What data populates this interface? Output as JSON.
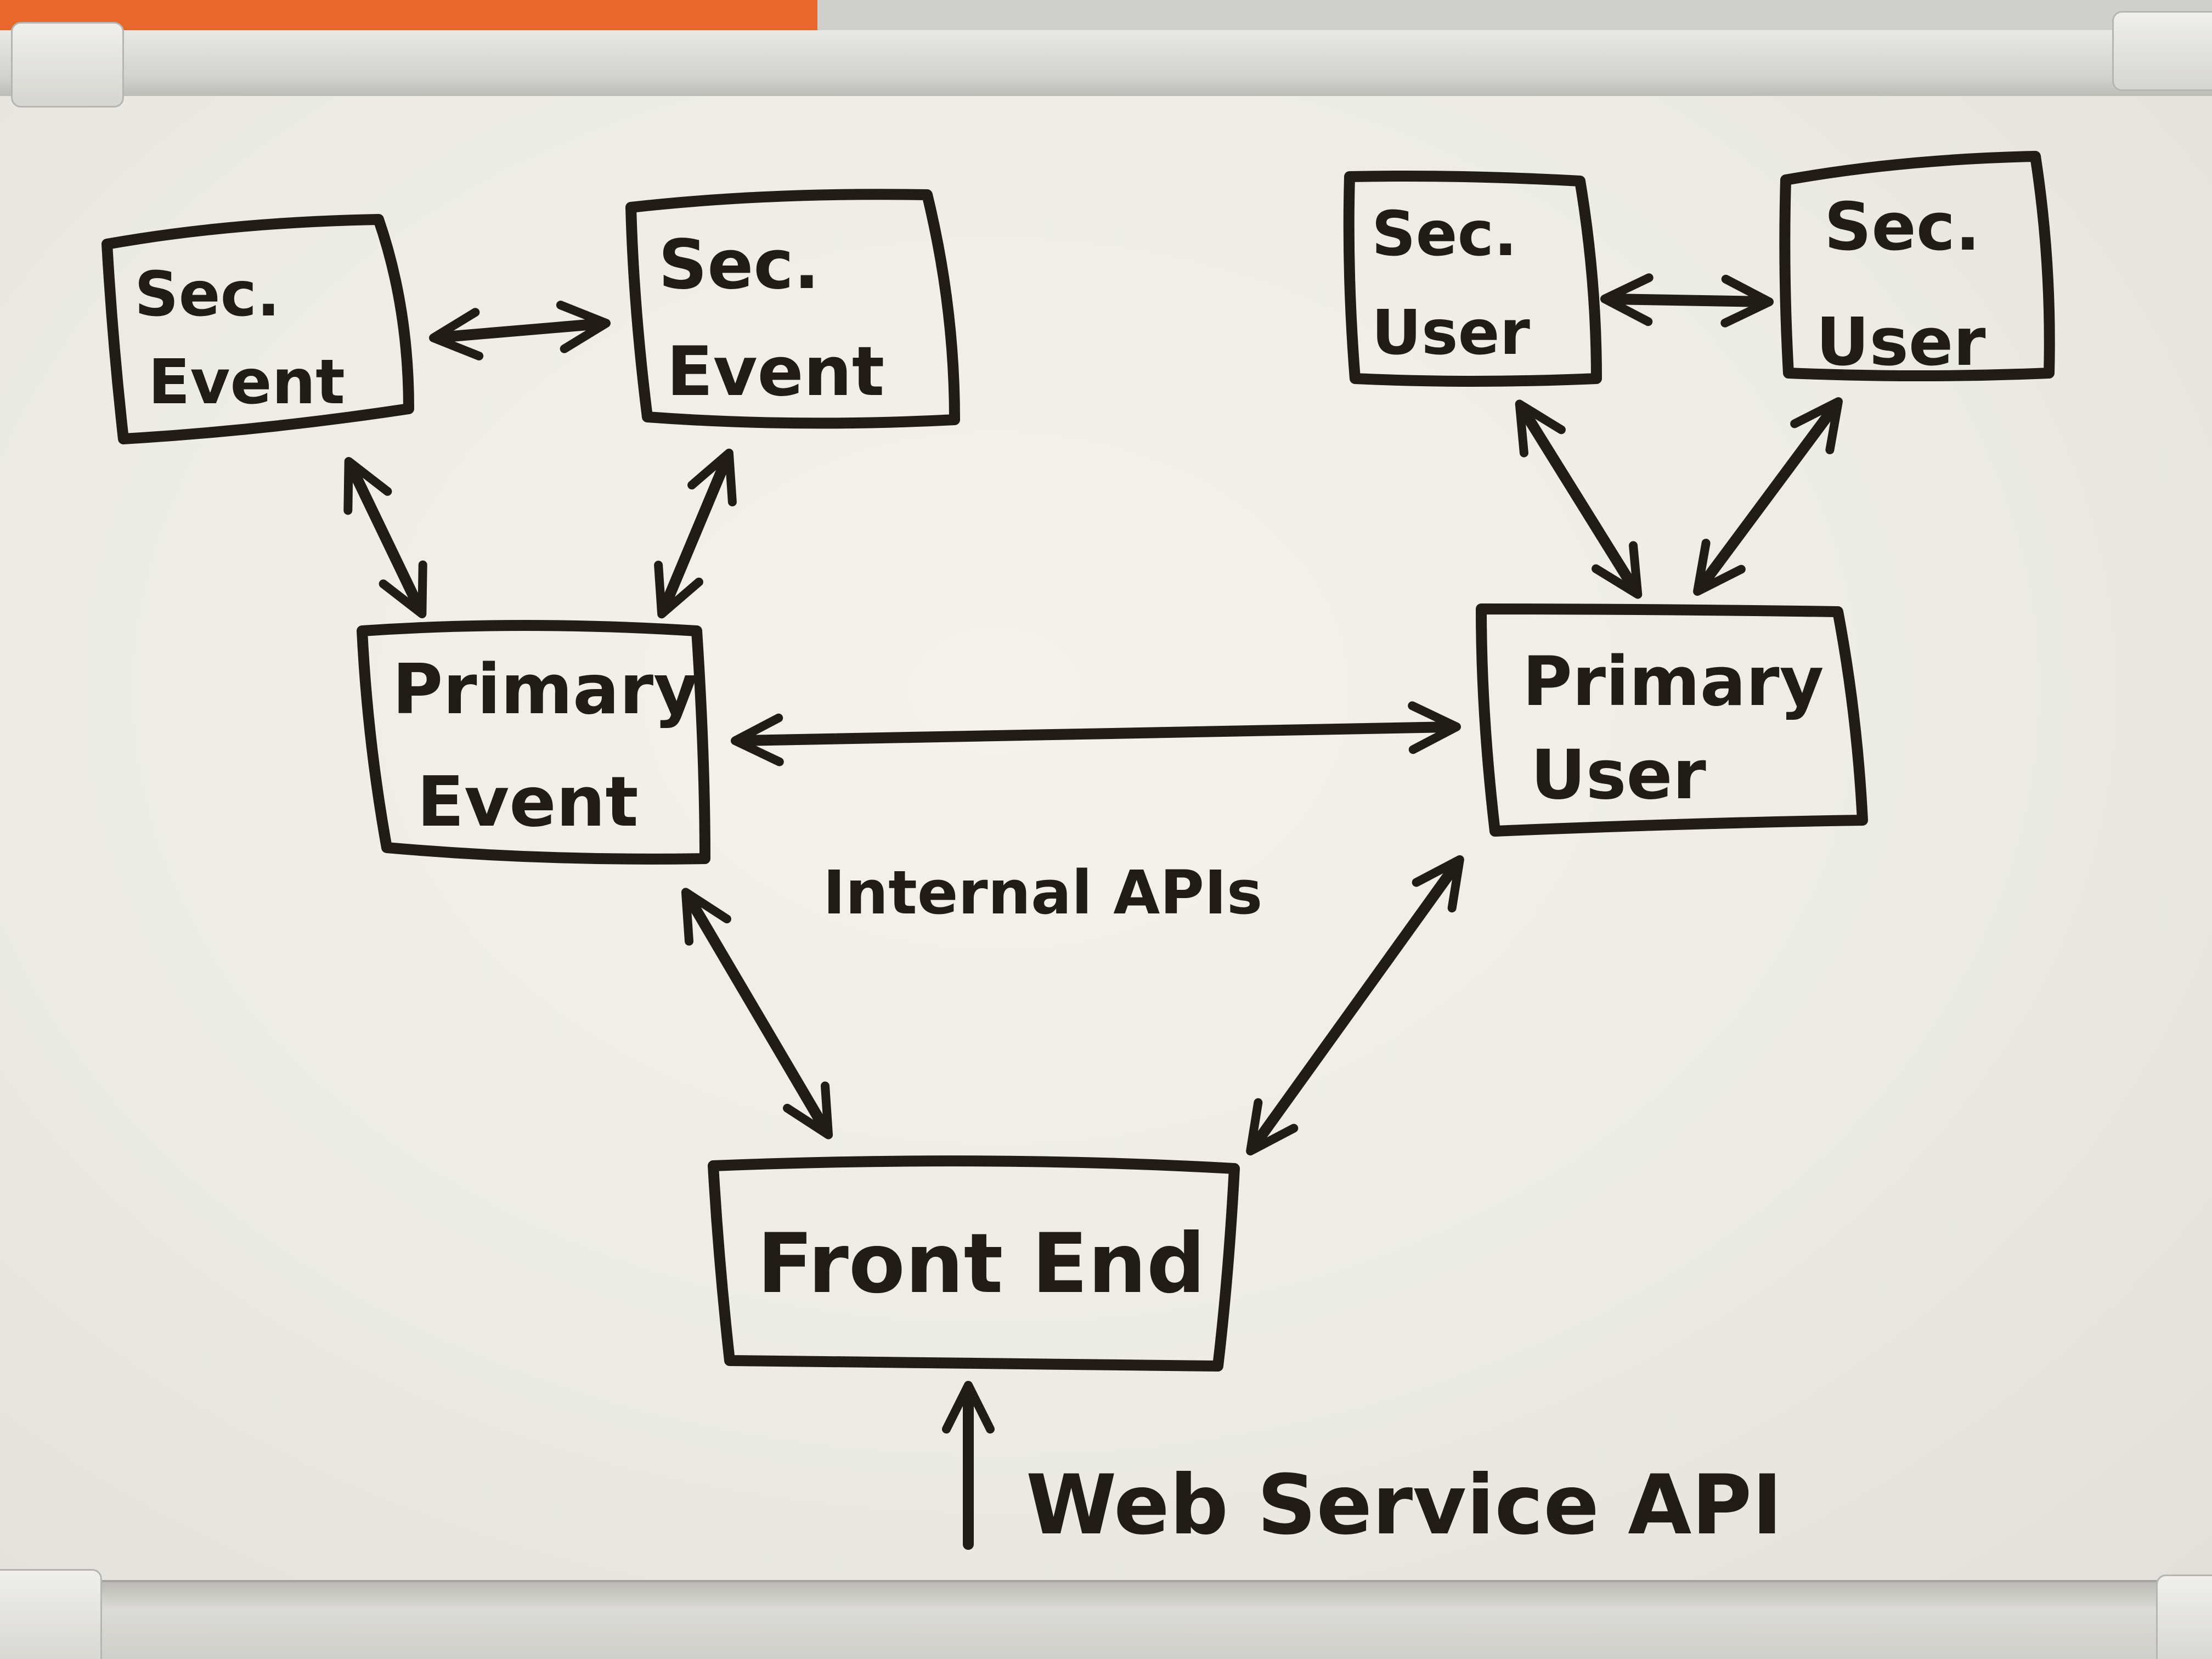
{
  "nodes": {
    "sec_event_1": {
      "line1": "Sec.",
      "line2": "Event"
    },
    "sec_event_2": {
      "line1": "Sec.",
      "line2": "Event"
    },
    "sec_user_1": {
      "line1": "Sec.",
      "line2": "User"
    },
    "sec_user_2": {
      "line1": "Sec.",
      "line2": "User"
    },
    "primary_event": {
      "line1": "Primary",
      "line2": "Event"
    },
    "primary_user": {
      "line1": "Primary",
      "line2": "User"
    },
    "front_end": {
      "label": "Front End"
    }
  },
  "labels": {
    "internal_apis": "Internal APIs",
    "web_service_api": "Web Service API"
  },
  "edges": [
    {
      "from": "sec_event_1",
      "to": "sec_event_2",
      "direction": "both"
    },
    {
      "from": "sec_event_1",
      "to": "primary_event",
      "direction": "both"
    },
    {
      "from": "sec_event_2",
      "to": "primary_event",
      "direction": "both"
    },
    {
      "from": "sec_user_1",
      "to": "sec_user_2",
      "direction": "both"
    },
    {
      "from": "sec_user_1",
      "to": "primary_user",
      "direction": "both"
    },
    {
      "from": "sec_user_2",
      "to": "primary_user",
      "direction": "both"
    },
    {
      "from": "primary_event",
      "to": "primary_user",
      "direction": "both"
    },
    {
      "from": "primary_event",
      "to": "front_end",
      "direction": "both"
    },
    {
      "from": "primary_user",
      "to": "front_end",
      "direction": "both"
    },
    {
      "from": "web_service_api",
      "to": "front_end",
      "direction": "forward"
    }
  ],
  "colors": {
    "ink": "#211c16",
    "board": "#eeede7",
    "accent_orange": "#e8672a"
  }
}
